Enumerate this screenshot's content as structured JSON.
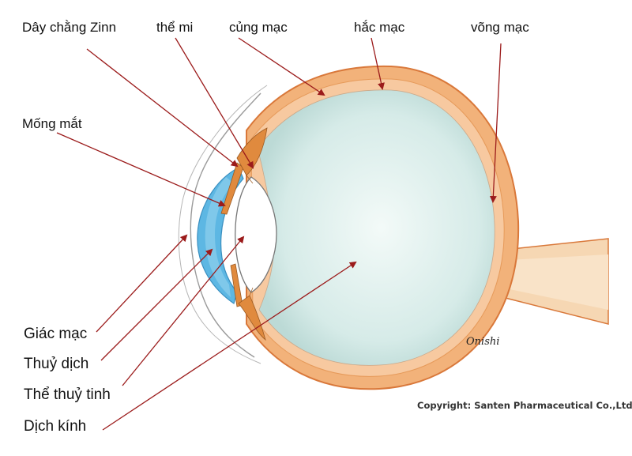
{
  "labels": {
    "zinn": "Dây chằng Zinn",
    "ciliary_body": "thể mi",
    "sclera": "củng mạc",
    "choroid": "hắc mạc",
    "retina": "võng mạc",
    "iris": "Mống mắt",
    "cornea": "Giác mạc",
    "aqueous_humor": "Thuỷ dịch",
    "lens": "Thể thuỷ tinh",
    "vitreous": "Dịch kính"
  },
  "copyright": "Copyright: Santen Pharmaceutical Co.,Ltd",
  "signature": "Onishi",
  "colors": {
    "arrow": "#9b1b1b",
    "sclera": "#f2b27a",
    "sclera_outline": "#d9783a",
    "choroid": "#f7c9a0",
    "vitreous": "#cfe6e3",
    "aqueous": "#5db7e3",
    "lens": "#ffffff",
    "ciliary": "#e08a3e",
    "skin_line": "#9a9a9a"
  }
}
